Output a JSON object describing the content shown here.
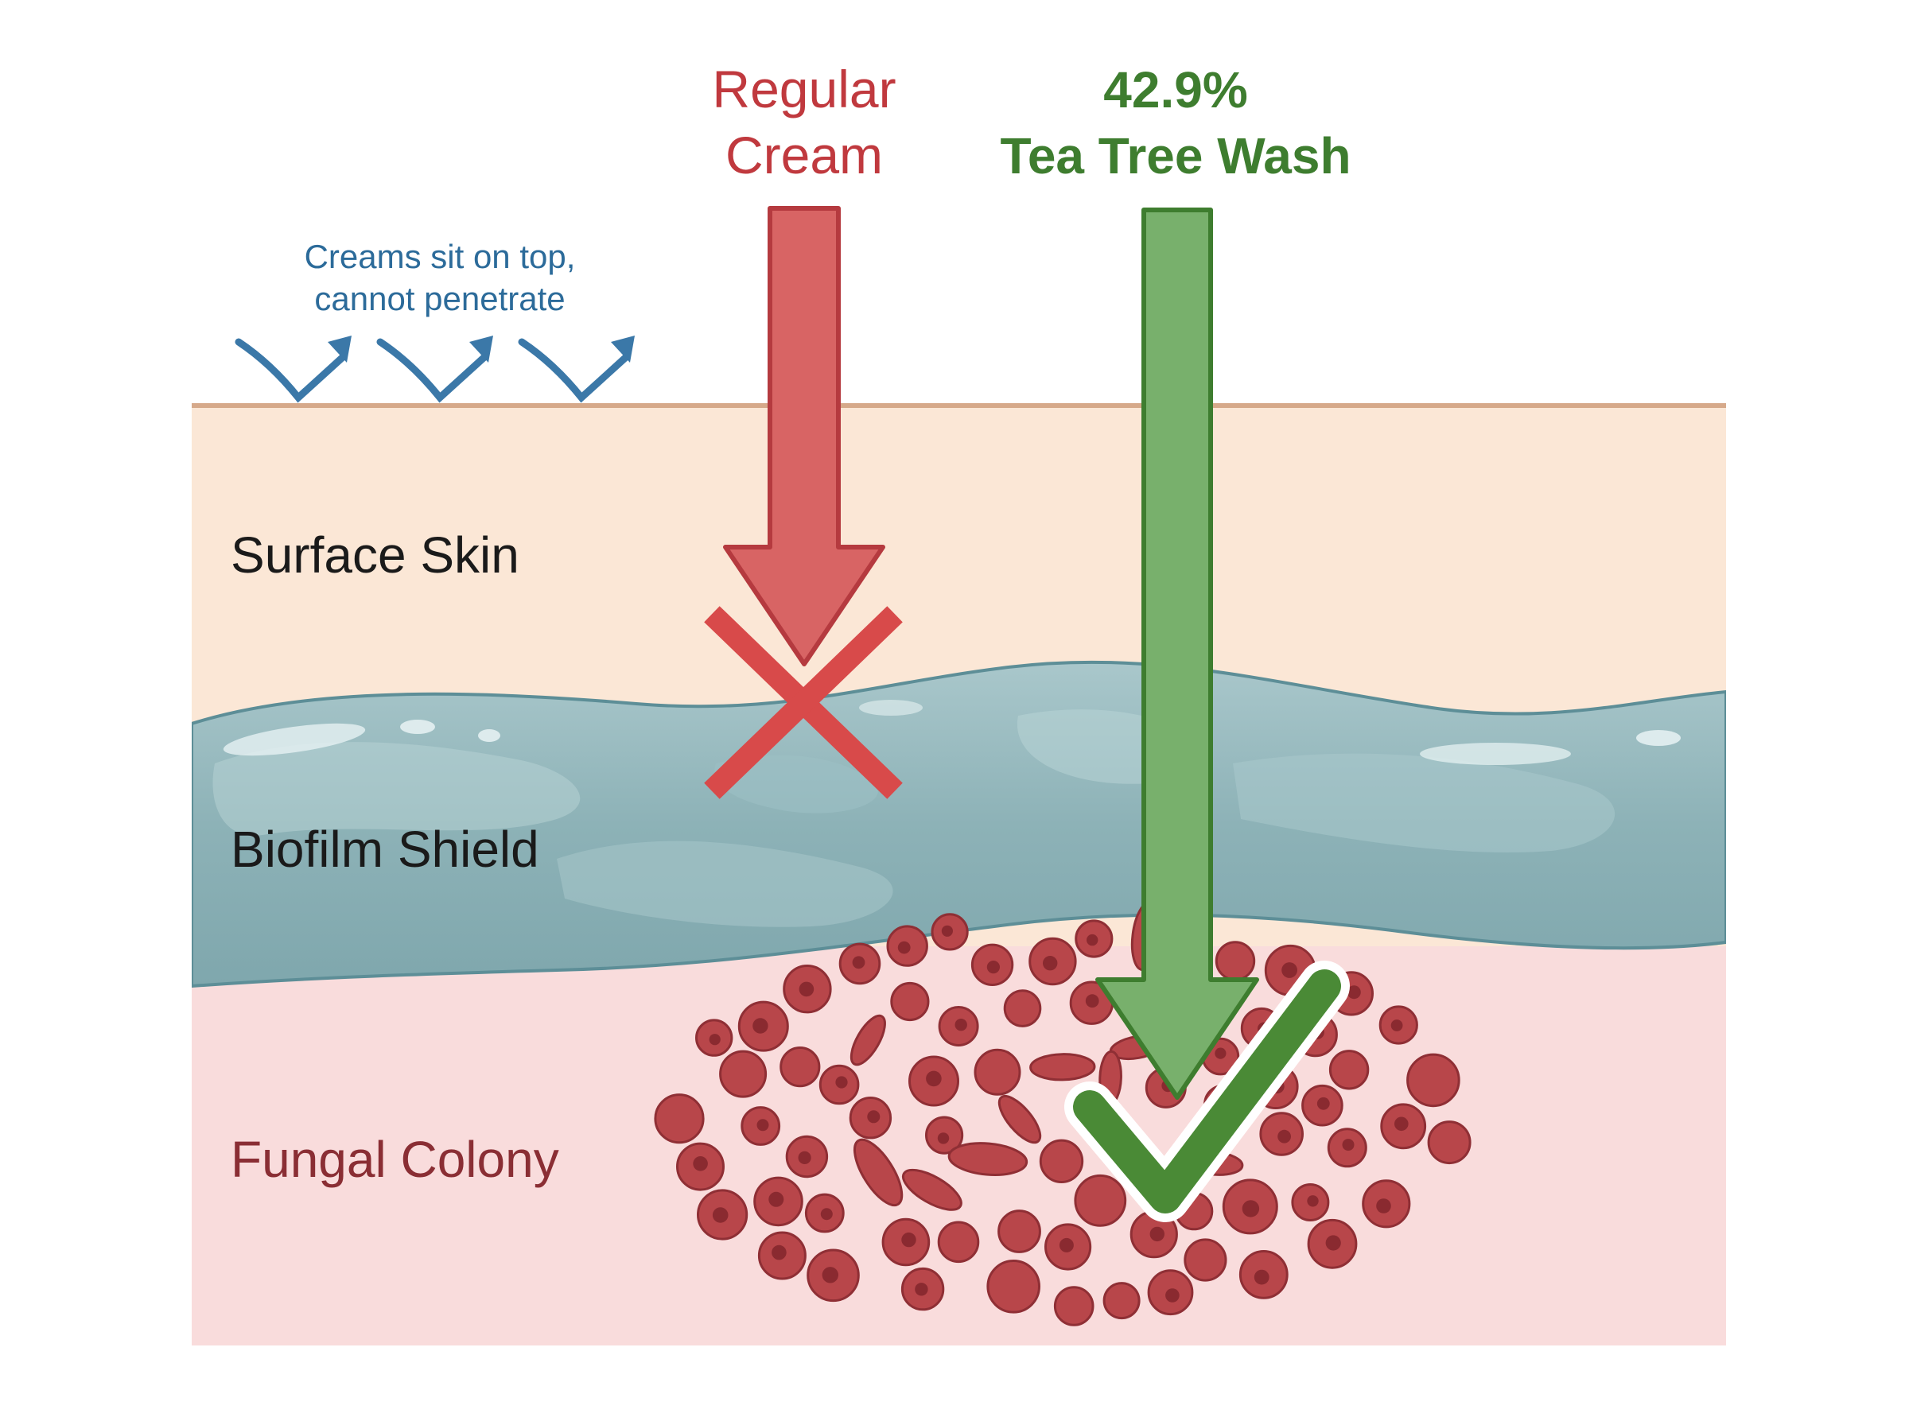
{
  "top_labels": {
    "regular": {
      "line1": "Regular",
      "line2": "Cream"
    },
    "teatree": {
      "line1": "42.9%",
      "line2": "Tea Tree Wash"
    }
  },
  "note": {
    "line1": "Creams sit on top,",
    "line2": "cannot penetrate"
  },
  "layers": {
    "surface": "Surface Skin",
    "biofilm": "Biofilm Shield",
    "fungal": "Fungal Colony"
  },
  "colors": {
    "regular_red": "#c0393e",
    "regular_arrow": "#d86464",
    "teatree_green": "#3e7d2f",
    "teatree_arrow": "#78b06c",
    "note_blue": "#2c6b9a",
    "skin": "#fbe7d6",
    "skin_line": "#d6a98a",
    "biofilm": "#8fb4b9",
    "fungal_bg": "#f9dcdc",
    "cell": "#b8464a",
    "fungal_text": "#8a2e34"
  }
}
